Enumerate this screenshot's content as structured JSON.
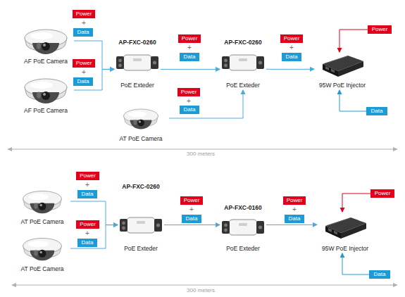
{
  "diagram": {
    "nodes": [
      {
        "text": [
          "Power"
        ]
      },
      {
        "text": [
          "Data"
        ]
      },
      {
        "text": [
          "AF PoE Camera"
        ]
      },
      {
        "text": [
          "AP-FXC-0260",
          "PoE Exteder"
        ]
      },
      {
        "text": [
          "Power"
        ]
      },
      {
        "text": [
          "Data"
        ]
      },
      {
        "text": [
          "AP-FXC-0260",
          "PoE Exteder"
        ]
      },
      {
        "text": [
          "Power"
        ]
      },
      {
        "text": [
          "Data"
        ]
      },
      {
        "text": [
          "Power"
        ]
      },
      {
        "text": [
          "95W PoE Injector"
        ]
      },
      {
        "text": [
          "Power"
        ]
      },
      {
        "text": [
          "Data"
        ]
      },
      {
        "text": [
          "AF PoE Camera"
        ]
      },
      {
        "text": [
          "Power"
        ]
      },
      {
        "text": [
          "Data"
        ]
      },
      {
        "text": [
          "AT PoE Camera"
        ]
      },
      {
        "text": [
          "Data"
        ]
      },
      {
        "text": [
          "Power"
        ]
      },
      {
        "text": [
          "Data"
        ]
      },
      {
        "text": [
          "Power"
        ]
      },
      {
        "text": [
          "AT PoE Camera"
        ]
      },
      {
        "text": [
          "AP-FXC-0260",
          "PoE Exteder"
        ]
      },
      {
        "text": [
          "Power"
        ]
      },
      {
        "text": [
          "Data"
        ]
      },
      {
        "text": [
          "AP-FXC-0160",
          "PoE Exteder"
        ]
      },
      {
        "text": [
          "Power"
        ]
      },
      {
        "text": [
          "Data"
        ]
      },
      {
        "text": [
          "95W PoE Injector"
        ]
      },
      {
        "text": [
          "Power"
        ]
      },
      {
        "text": [
          "Data"
        ]
      },
      {
        "text": [
          "AT PoE Camera"
        ]
      },
      {
        "text": [
          "Data"
        ]
      }
    ],
    "edges": [
      {
        "from": 2,
        "to": 3,
        "arrow": "to"
      },
      {
        "from": 13,
        "to": 3,
        "arrow": "to"
      },
      {
        "from": 3,
        "to": 6,
        "arrow": "to"
      },
      {
        "from": 16,
        "to": 6,
        "arrow": "to"
      },
      {
        "from": 6,
        "to": 10,
        "arrow": "to"
      },
      {
        "from": 9,
        "to": 10,
        "arrow": "to"
      },
      {
        "from": 17,
        "to": 10,
        "arrow": "to"
      },
      {
        "from": 21,
        "to": 22,
        "arrow": "to"
      },
      {
        "from": 31,
        "to": 22,
        "arrow": "to"
      },
      {
        "from": 22,
        "to": 25,
        "arrow": "to"
      },
      {
        "from": 25,
        "to": 28,
        "arrow": "to"
      },
      {
        "from": 20,
        "to": 28,
        "arrow": "to"
      },
      {
        "from": 32,
        "to": 28,
        "arrow": "to"
      }
    ],
    "labels": [
      "+",
      "+",
      "+",
      "+",
      "+",
      "300 meters",
      "+",
      "+",
      "+",
      "+",
      "300 meters"
    ]
  }
}
